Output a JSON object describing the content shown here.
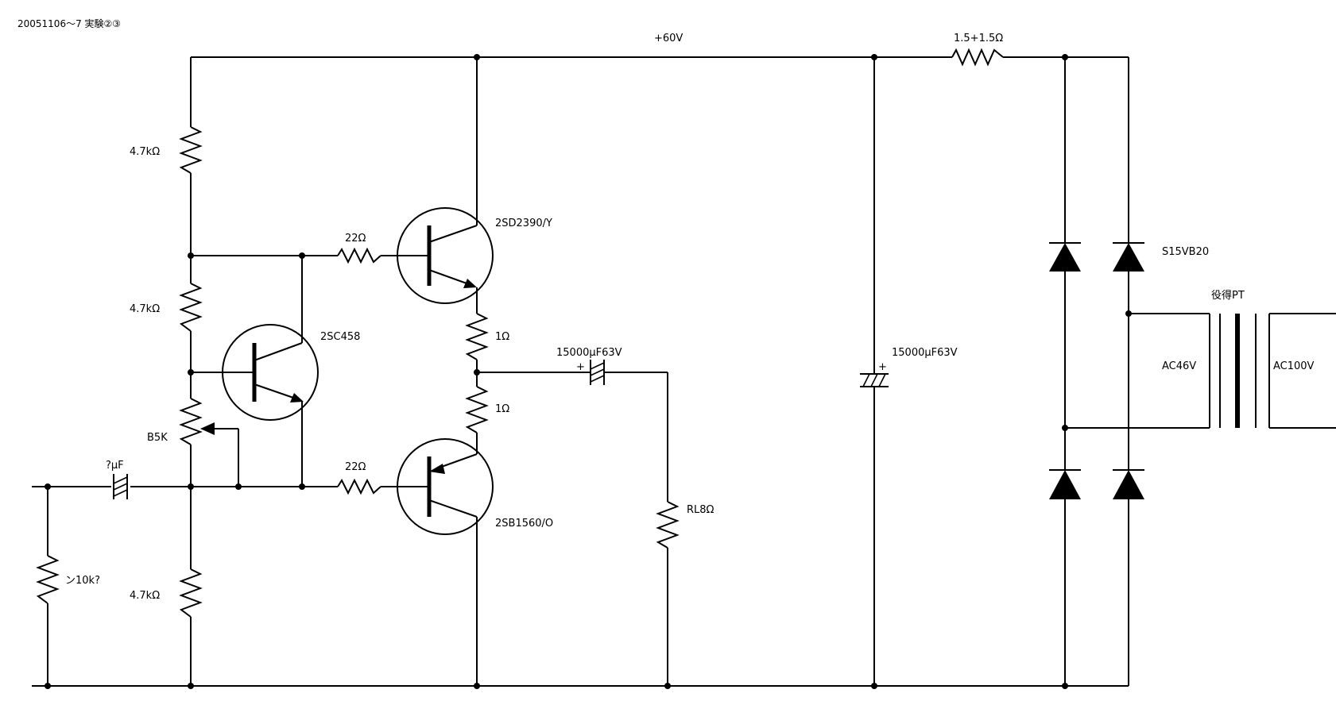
{
  "title": "20051106〜7 実験②③",
  "labels": {
    "supply": "+60V",
    "r_supply": "1.5+1.5Ω",
    "r_bias_top": "4.7kΩ",
    "r_bias_mid": "4.7kΩ",
    "r_bias_bot": "4.7kΩ",
    "r_base_top": "22Ω",
    "r_base_bot": "22Ω",
    "r_emit_top": "1Ω",
    "r_emit_bot": "1Ω",
    "q_top": "2SD2390/Y",
    "q_bot": "2SB1560/O",
    "q_bias": "2SC458",
    "pot": "B5K",
    "c_in": "?μF",
    "r_in": "ン10k?",
    "c_out": "15000μF63V",
    "c_out_plus": "+",
    "load": "RL8Ω",
    "c_filter": "15000μF63V",
    "c_filter_plus": "+",
    "bridge": "S15VB20",
    "transformer": "役得PT",
    "secondary": "AC46V",
    "primary": "AC100V"
  }
}
